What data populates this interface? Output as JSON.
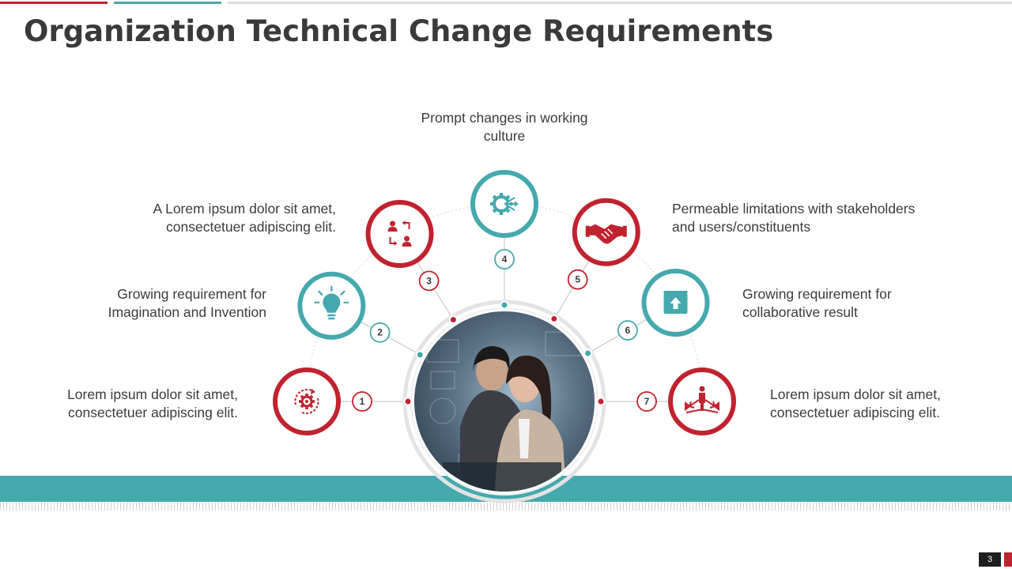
{
  "title": "Organization Technical Change Requirements",
  "page_number": "3",
  "colors": {
    "red": "#c0232f",
    "teal": "#45a9ad",
    "dark": "#3a3a3a"
  },
  "items": [
    {
      "num": "1",
      "text": "Lorem ipsum dolor sit amet, consectetuer adipiscing elit.",
      "icon": "gear-refresh-icon",
      "color": "red"
    },
    {
      "num": "2",
      "text": "Growing requirement for Imagination and Invention",
      "icon": "lightbulb-icon",
      "color": "teal"
    },
    {
      "num": "3",
      "text": "A Lorem ipsum dolor sit amet, consectetuer adipiscing elit.",
      "icon": "people-exchange-icon",
      "color": "red"
    },
    {
      "num": "4",
      "text": "Prompt changes in working culture",
      "icon": "gear-arrows-icon",
      "color": "teal"
    },
    {
      "num": "5",
      "text": "Permeable limitations with stakeholders and users/constituents",
      "icon": "handshake-icon",
      "color": "red"
    },
    {
      "num": "6",
      "text": "Growing requirement for collaborative result",
      "icon": "upload-box-icon",
      "color": "teal"
    },
    {
      "num": "7",
      "text": "Lorem ipsum dolor sit amet, consectetuer adipiscing elit.",
      "icon": "person-arrows-icon",
      "color": "red"
    }
  ]
}
